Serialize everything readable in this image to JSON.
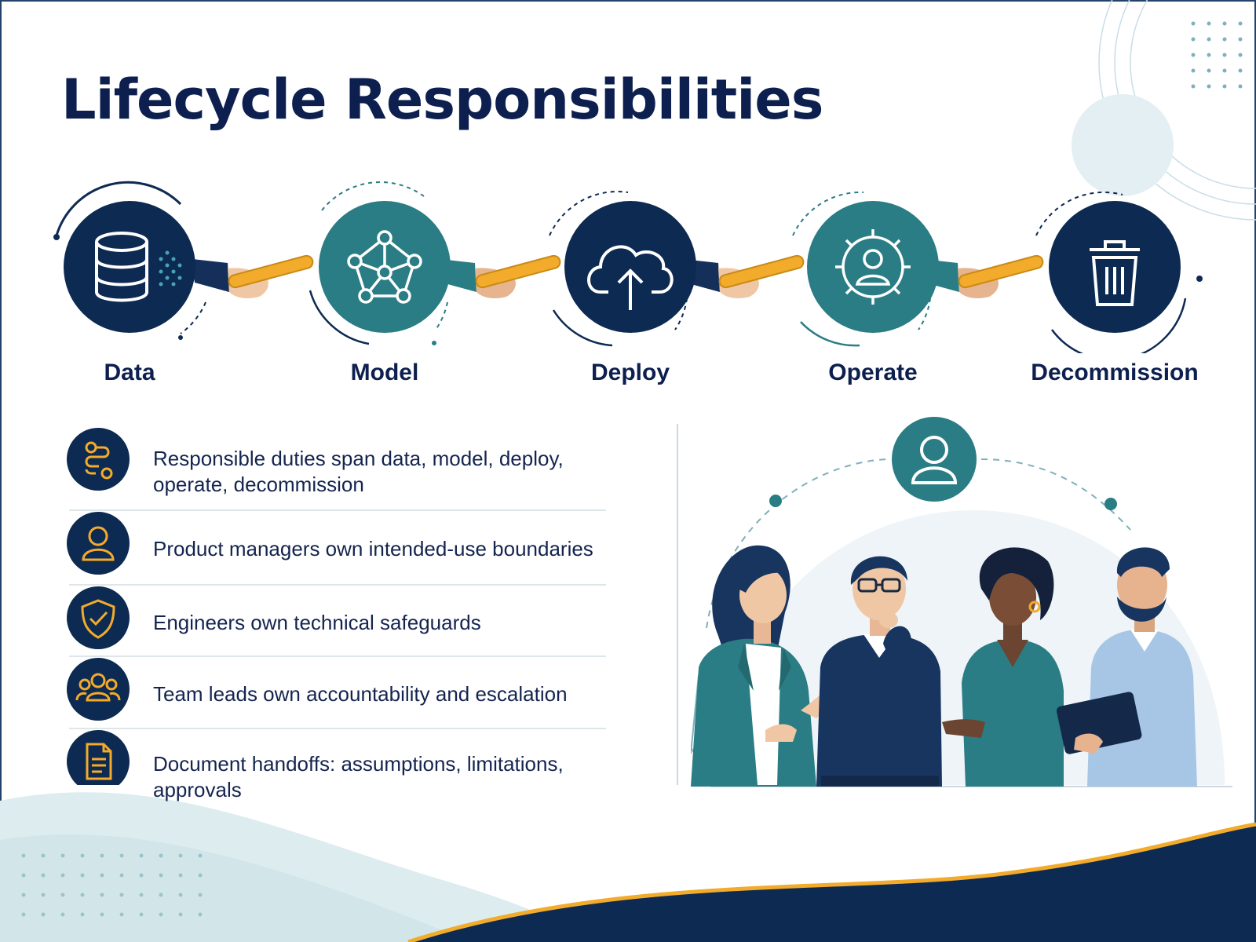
{
  "page": {
    "title": "Lifecycle Responsibilities"
  },
  "colors": {
    "navy": "#0d2a52",
    "teal": "#2a7d84",
    "gold": "#f2ab2b",
    "text": "#14244f",
    "light_teal": "#cfe5e7"
  },
  "lifecycle": {
    "stages": [
      {
        "label": "Data",
        "icon": "database-icon"
      },
      {
        "label": "Model",
        "icon": "network-icon"
      },
      {
        "label": "Deploy",
        "icon": "cloud-upload-icon"
      },
      {
        "label": "Operate",
        "icon": "gear-user-icon"
      },
      {
        "label": "Decommission",
        "icon": "trash-icon"
      }
    ],
    "handoff_icon": "baton-handoff-icon"
  },
  "responsibilities": [
    {
      "icon": "workflow-icon",
      "text": "Responsible duties span data, model, deploy, operate, decommission"
    },
    {
      "icon": "user-icon",
      "text": "Product managers own intended-use boundaries"
    },
    {
      "icon": "shield-check-icon",
      "text": "Engineers own technical safeguards"
    },
    {
      "icon": "team-icon",
      "text": "Team leads own accountability and escalation"
    },
    {
      "icon": "document-icon",
      "text": "Document handoffs: assumptions, limitations, approvals"
    }
  ],
  "illustration": {
    "top_icon": "user-icon",
    "people": [
      "woman-teal-blazer",
      "man-glasses-navy-sweater",
      "woman-teal-blouse",
      "man-beard-tablet"
    ]
  }
}
